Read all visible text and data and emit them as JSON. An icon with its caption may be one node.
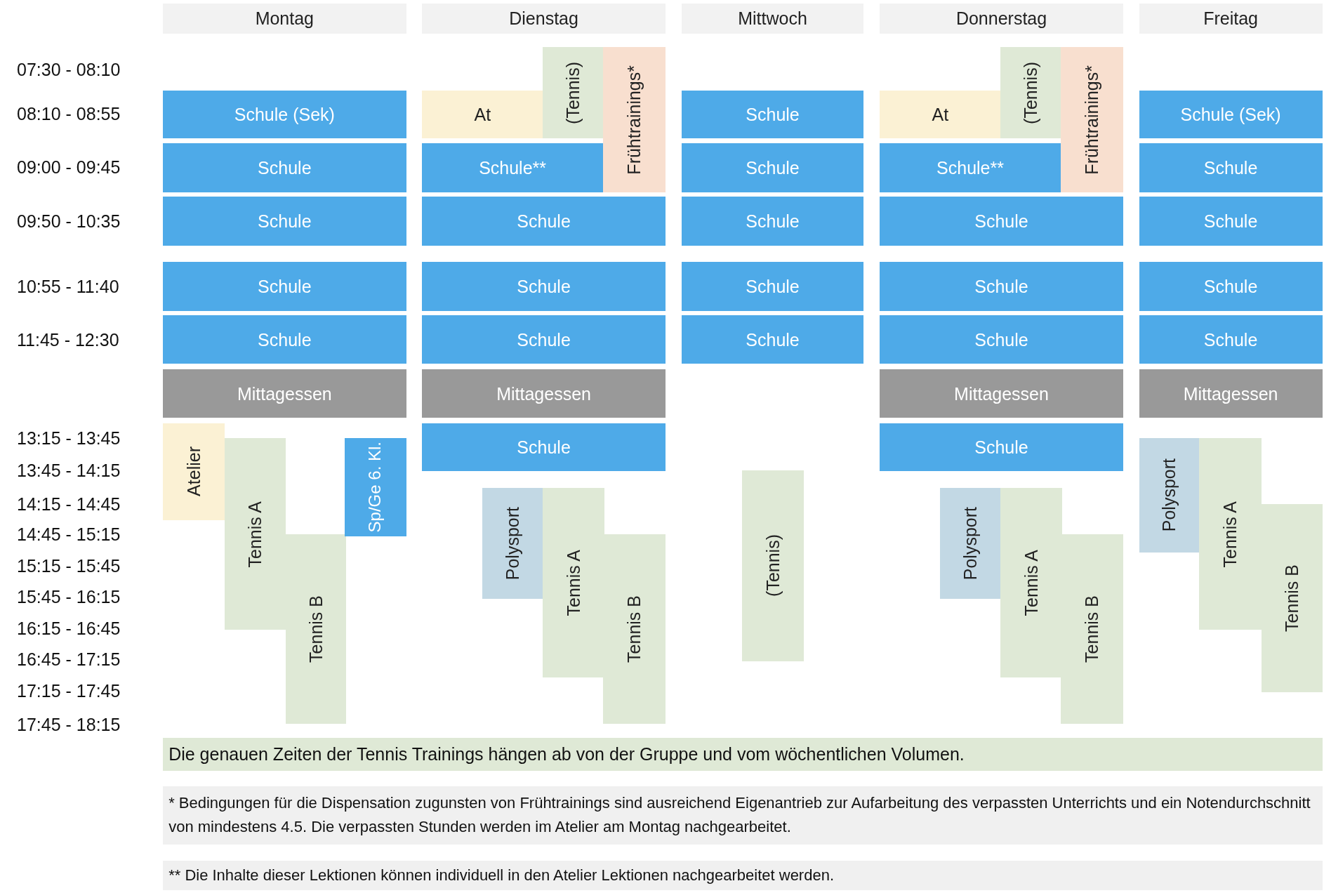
{
  "diagram": {
    "nodes": [
      {
        "text": [
          "Montag"
        ]
      },
      {
        "text": [
          "Dienstag"
        ]
      },
      {
        "text": [
          "Mittwoch"
        ]
      },
      {
        "text": [
          "Donnerstag"
        ]
      },
      {
        "text": [
          "Freitag"
        ]
      },
      {
        "text": [
          "Schule (Sek)"
        ]
      },
      {
        "text": [
          "Schule"
        ]
      },
      {
        "text": [
          "Schule"
        ]
      },
      {
        "text": [
          "Schule"
        ]
      },
      {
        "text": [
          "Schule"
        ]
      },
      {
        "text": [
          "Mittagessen"
        ]
      },
      {
        "text": [
          "Atelier"
        ]
      },
      {
        "text": [
          "Tennis A"
        ]
      },
      {
        "text": [
          "Tennis B"
        ]
      },
      {
        "text": [
          "Sp/Ge 6. Kl."
        ]
      },
      {
        "text": [
          "(Tennis)"
        ]
      },
      {
        "text": [
          "Frühtrainings*"
        ]
      },
      {
        "text": [
          "At"
        ]
      },
      {
        "text": [
          "Schule**"
        ]
      },
      {
        "text": [
          "Schule"
        ]
      },
      {
        "text": [
          "Schule"
        ]
      },
      {
        "text": [
          "Schule"
        ]
      },
      {
        "text": [
          "Mittagessen"
        ]
      },
      {
        "text": [
          "Schule"
        ]
      },
      {
        "text": [
          "Polysport"
        ]
      },
      {
        "text": [
          "Tennis A"
        ]
      },
      {
        "text": [
          "Tennis B"
        ]
      },
      {
        "text": [
          "Schule"
        ]
      },
      {
        "text": [
          "Schule"
        ]
      },
      {
        "text": [
          "Schule"
        ]
      },
      {
        "text": [
          "Schule"
        ]
      },
      {
        "text": [
          "Schule"
        ]
      },
      {
        "text": [
          "(Tennis)"
        ]
      },
      {
        "text": [
          "(Tennis)"
        ]
      },
      {
        "text": [
          "Frühtrainings*"
        ]
      },
      {
        "text": [
          "At"
        ]
      },
      {
        "text": [
          "Schule**"
        ]
      },
      {
        "text": [
          "Schule"
        ]
      },
      {
        "text": [
          "Schule"
        ]
      },
      {
        "text": [
          "Schule"
        ]
      },
      {
        "text": [
          "Mittagessen"
        ]
      },
      {
        "text": [
          "Schule"
        ]
      },
      {
        "text": [
          "Polysport"
        ]
      },
      {
        "text": [
          "Tennis A"
        ]
      },
      {
        "text": [
          "Tennis B"
        ]
      },
      {
        "text": [
          "Schule (Sek)"
        ]
      },
      {
        "text": [
          "Schule"
        ]
      },
      {
        "text": [
          "Schule"
        ]
      },
      {
        "text": [
          "Schule"
        ]
      },
      {
        "text": [
          "Schule"
        ]
      },
      {
        "text": [
          "Mittagessen"
        ]
      },
      {
        "text": [
          "Polysport"
        ]
      },
      {
        "text": [
          "Tennis A"
        ]
      },
      {
        "text": [
          "Tennis B"
        ]
      },
      {
        "text": [
          "Die genauen Zeiten der Tennis Trainings hängen ab von der Gruppe und vom wöchentlichen Volumen."
        ]
      },
      {
        "text": [
          "* Bedingungen für die Dispensation zugunsten von Frühtrainings sind ausreichend Eigenantrieb zur Aufarbeitung des verpassten Unterrichts und ein Notendurchschnitt von mindestens 4.5. Die verpassten Stunden werden im Atelier am Montag nachgearbeitet."
        ]
      },
      {
        "text": [
          "** Die Inhalte dieser Lektionen können individuell in den Atelier Lektionen nachgearbeitet werden."
        ]
      }
    ],
    "labels": [
      "07:30 - 08:10",
      "08:10 - 08:55",
      "09:00 - 09:45",
      "09:50 - 10:35",
      "10:55 - 11:40",
      "11:45 - 12:30",
      "13:15 - 13:45",
      "13:45 - 14:15",
      "14:15 - 14:45",
      "14:45 - 15:15",
      "15:15 - 15:45",
      "15:45 - 16:15",
      "16:15 - 16:45",
      "16:45 - 17:15",
      "17:15 - 17:45",
      "17:45 - 18:15"
    ]
  }
}
